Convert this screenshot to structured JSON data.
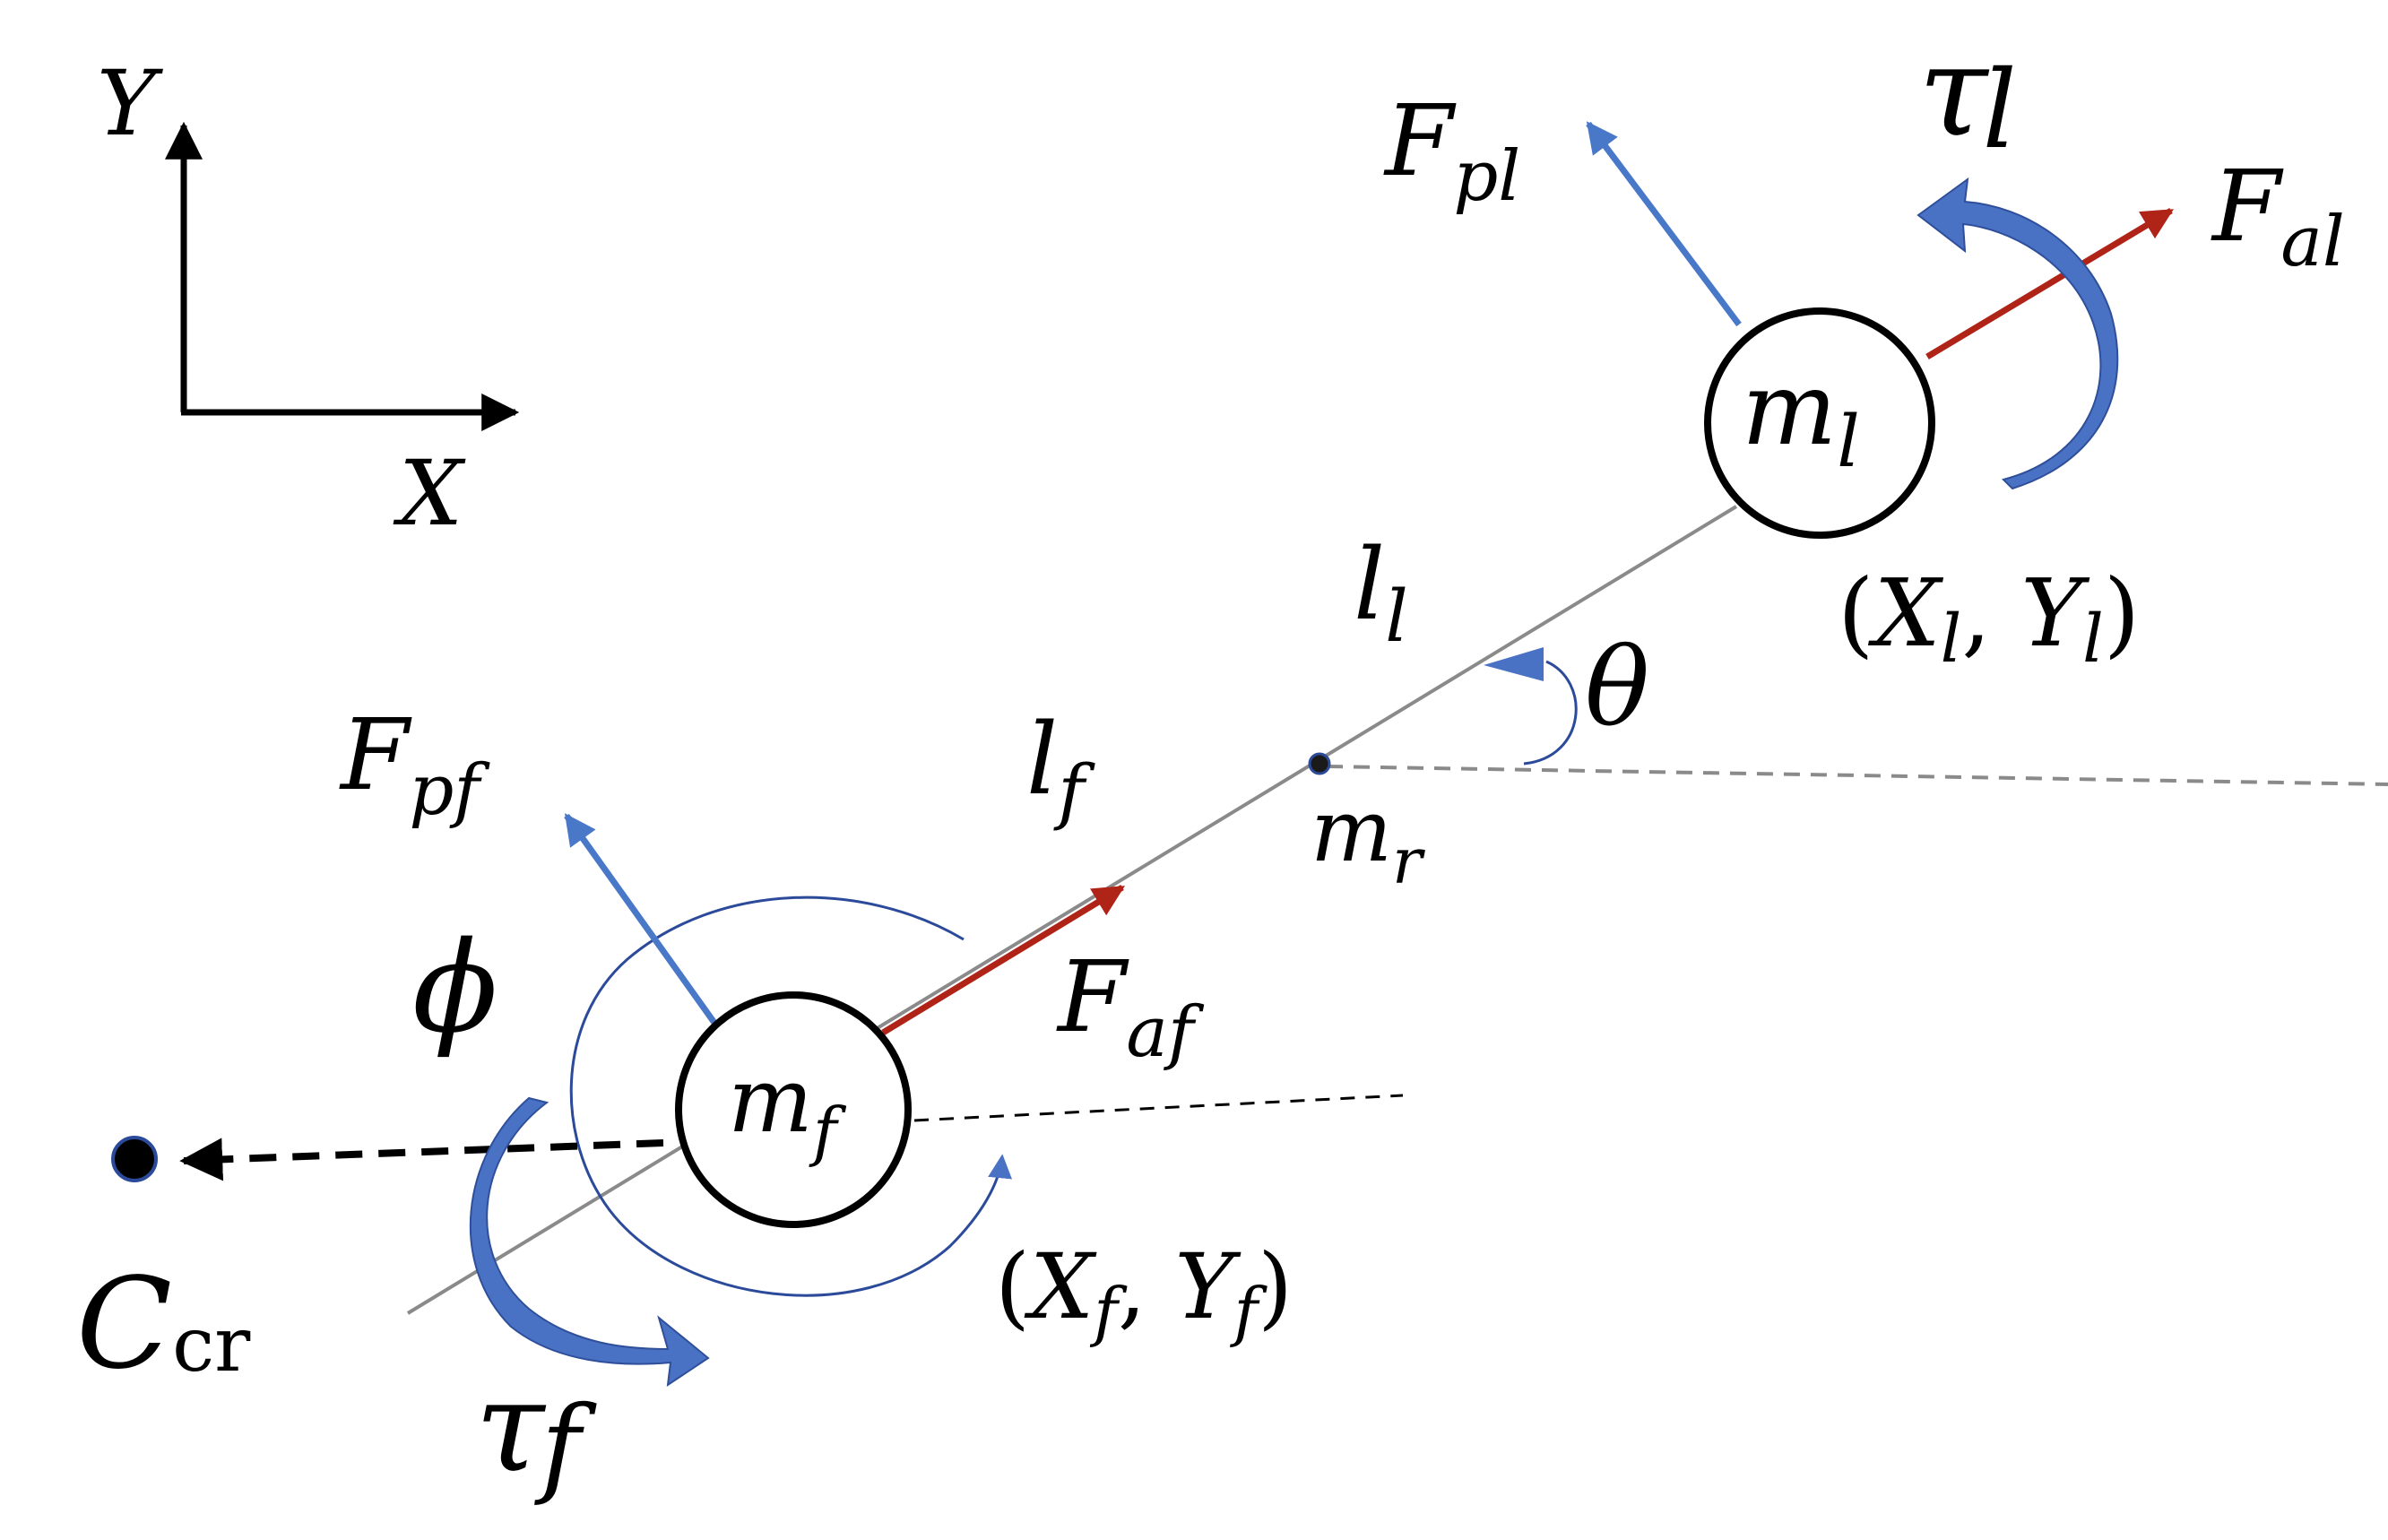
{
  "colors": {
    "ink": "#000000",
    "rod": "#8a8a8a",
    "axial_force": "#b02418",
    "perp_force": "#4a78c8",
    "torque_fill": "#4a72c4",
    "torque_dark": "#2f4f9a",
    "thin_arc": "#2b4a9a"
  },
  "axes": {
    "x_label": "X",
    "y_label": "Y"
  },
  "masses": {
    "leader": {
      "base": "m",
      "sub": "l"
    },
    "follower": {
      "base": "m",
      "sub": "f"
    },
    "rod": {
      "base": "m",
      "sub": "r"
    }
  },
  "lengths": {
    "leader": {
      "base": "l",
      "sub": "l"
    },
    "follower": {
      "base": "l",
      "sub": "f"
    }
  },
  "forces": {
    "perp_leader": {
      "base": "F",
      "sub": "pl"
    },
    "axial_leader": {
      "base": "F",
      "sub": "al"
    },
    "perp_follower": {
      "base": "F",
      "sub": "pf"
    },
    "axial_follower": {
      "base": "F",
      "sub": "af"
    }
  },
  "torques": {
    "leader": {
      "base": "τ",
      "sub": "l"
    },
    "follower": {
      "base": "τ",
      "sub": "f"
    }
  },
  "angles": {
    "theta": "θ",
    "phi": "ϕ"
  },
  "positions": {
    "leader": {
      "open": "(",
      "x": "X",
      "xs": "l",
      "sep": ", ",
      "y": "Y",
      "ys": "l",
      "close": ")"
    },
    "follower": {
      "open": "(",
      "x": "X",
      "xs": "f",
      "sep": ", ",
      "y": "Y",
      "ys": "f",
      "close": ")"
    }
  },
  "center": {
    "base": "C",
    "sub": "cr"
  }
}
